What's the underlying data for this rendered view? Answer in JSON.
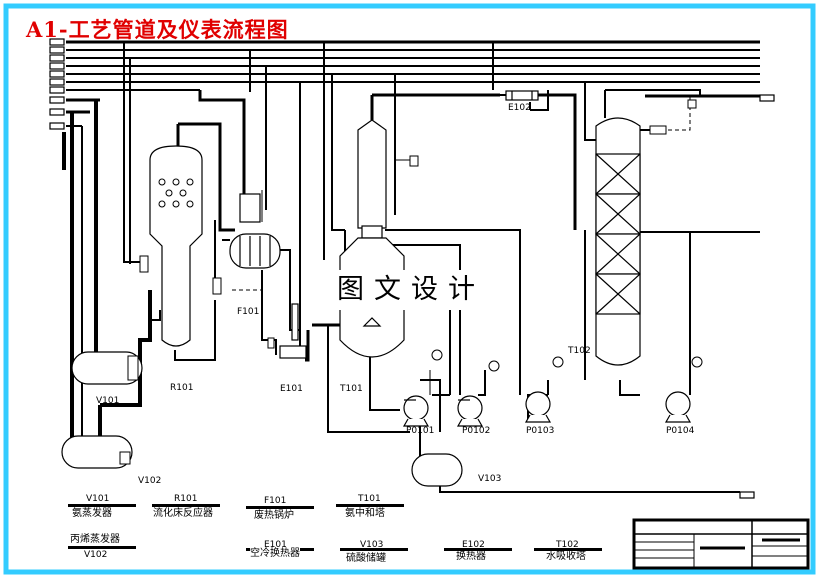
{
  "title": "A1-工艺管道及仪表流程图",
  "watermark": "图文设计",
  "equipment_tags": {
    "v101": "V101",
    "r101": "R101",
    "f101": "F101",
    "e101": "E101",
    "e102": "E102",
    "t101": "T101",
    "t102": "T102",
    "v102": "V102",
    "v103": "V103",
    "p0101": "P0101",
    "p0102": "P0102",
    "p0103": "P0103",
    "p0104": "P0104"
  },
  "legend": [
    {
      "tag": "V101",
      "name": "氨蒸发器"
    },
    {
      "tag": "R101",
      "name": "流化床反应器"
    },
    {
      "tag": "F101",
      "name": "废热锅炉"
    },
    {
      "tag": "T101",
      "name": "氨中和塔"
    },
    {
      "tag": "",
      "name": "丙烯蒸发器"
    },
    {
      "tag": "V102",
      "name": ""
    },
    {
      "tag": "E101",
      "name": "空冷换热器"
    },
    {
      "tag": "V103",
      "name": "硫酸储罐"
    },
    {
      "tag": "E102",
      "name": "换热器"
    },
    {
      "tag": "T102",
      "name": "水吸收塔"
    }
  ],
  "colors": {
    "border": "#33ccff",
    "title": "#e00000",
    "line": "#000000"
  }
}
